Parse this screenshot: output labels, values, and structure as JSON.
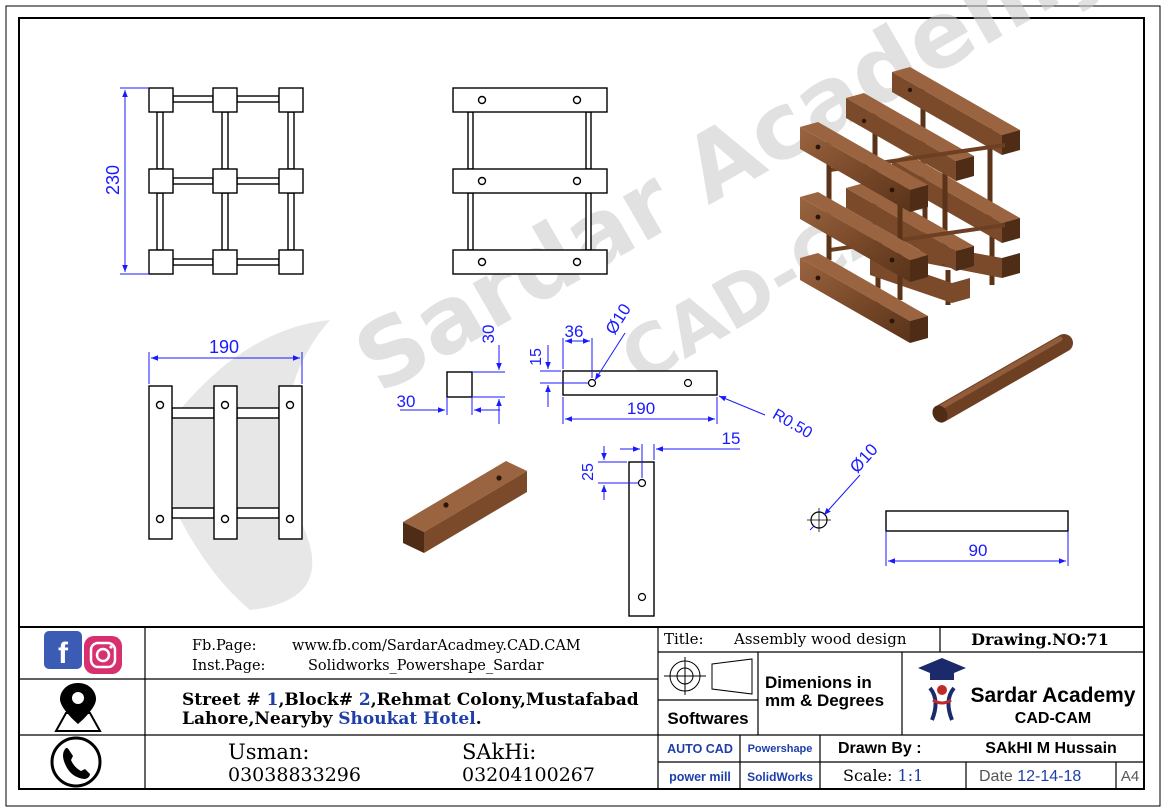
{
  "watermark": {
    "line1": "Sardar Academy",
    "line2": "CAD-CAM"
  },
  "dimensions": {
    "height_230": "230",
    "width_190_front": "190",
    "sq_30_v": "30",
    "sq_30_h": "30",
    "bar_36": "36",
    "bar_15_v": "15",
    "bar_dia10": "Ø10",
    "bar_190": "190",
    "bar_r050": "R0.50",
    "upright_15": "15",
    "upright_25": "25",
    "dowel_dia10": "Ø10",
    "dowel_90": "90"
  },
  "title_block": {
    "fb_label": "Fb.Page:",
    "fb_value": "www.fb.com/SardarAcadmey.CAD.CAM",
    "inst_label": "Inst.Page:",
    "inst_value": "Solidworks_Powershape_Sardar",
    "addr_1": "Street # ",
    "addr_2": "1",
    "addr_3": ",Block# ",
    "addr_4": "2",
    "addr_5": ",Rehmat Colony,Mustafabad",
    "addr_6": "Lahore,Nearyby ",
    "addr_7": "Shoukat Hotel",
    "addr_8": ".",
    "contact1_name": "Usman:",
    "contact1_phone": "03038833296",
    "contact2_name": "SAkHi:",
    "contact2_phone": "03204100267",
    "title_label": "Title:",
    "title_value": "Assembly wood design",
    "drawing_no": "Drawing.NO:71",
    "softwares": "Softwares",
    "dim_line1": "Dimenions in",
    "dim_line2": "mm & Degrees",
    "brand_line1": "Sardar Academy",
    "brand_line2": "CAD-CAM",
    "sw_autocad": "AUTO CAD",
    "sw_powershape": "Powershape",
    "sw_powermill": "power mill",
    "sw_solidworks": "SolidWorks",
    "drawn_by_label": "Drawn By :",
    "drawn_by_value": "SAkHI M Hussain",
    "scale_label": "Scale: ",
    "scale_value": "1:1",
    "date_label": "Date ",
    "date_value": "12-14-18",
    "sheet_size": "A4"
  },
  "colors": {
    "dimension": "#1a1aff",
    "wood": "#7a4a2a",
    "wood_dark": "#4e2c16",
    "wood_light": "#9a6440",
    "watermark": "#c8c8c8",
    "address_accent": "#1f3fa8"
  },
  "icons": [
    "facebook-icon",
    "instagram-icon",
    "location-pin-icon",
    "phone-icon",
    "projection-symbol-icon",
    "graduation-cap-logo-icon"
  ]
}
